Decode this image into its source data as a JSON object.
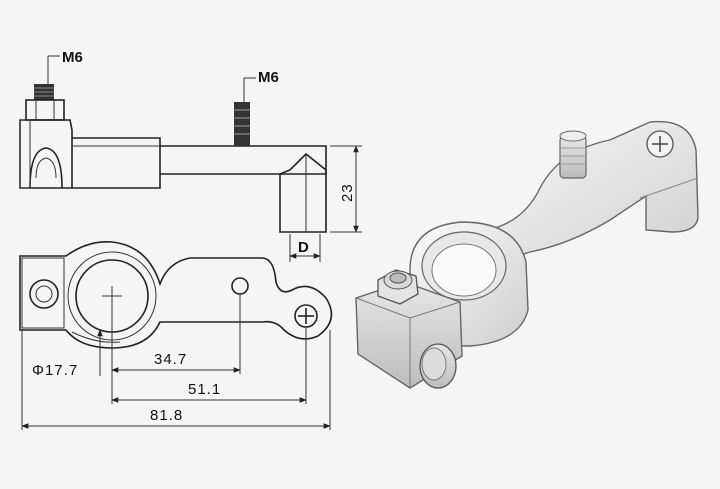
{
  "labels": {
    "thread_1": "M6",
    "thread_2": "M6",
    "height": "23",
    "depth": "D",
    "diameter": "Φ17.7",
    "dist_1": "34.7",
    "dist_2": "51.1",
    "dist_3": "81.8"
  }
}
